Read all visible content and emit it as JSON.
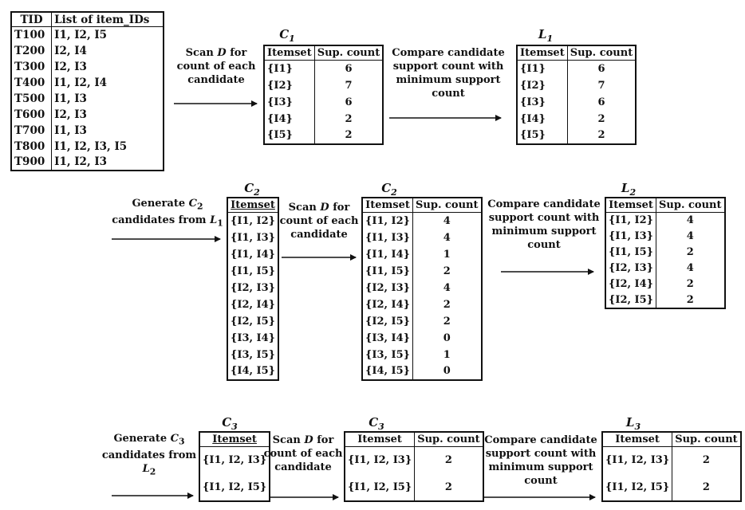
{
  "db": {
    "headers": [
      "TID",
      "List of item_IDs"
    ],
    "rows": [
      [
        "T100",
        "I1, I2, I5"
      ],
      [
        "T200",
        "I2, I4"
      ],
      [
        "T300",
        "I2, I3"
      ],
      [
        "T400",
        "I1, I2, I4"
      ],
      [
        "T500",
        "I1, I3"
      ],
      [
        "T600",
        "I2, I3"
      ],
      [
        "T700",
        "I1, I3"
      ],
      [
        "T800",
        "I1, I2, I3, I5"
      ],
      [
        "T900",
        "I1, I2, I3"
      ]
    ]
  },
  "captions": {
    "c1": "C",
    "c1_sub": "1",
    "l1": "L",
    "l1_sub": "1",
    "c2a": "C",
    "c2a_sub": "2",
    "c2b": "C",
    "c2b_sub": "2",
    "l2": "L",
    "l2_sub": "2",
    "c3a": "C",
    "c3a_sub": "3",
    "c3b": "C",
    "c3b_sub": "3",
    "l3": "L",
    "l3_sub": "3"
  },
  "labels": {
    "scan_row1": [
      "Scan D for",
      "count of each",
      "candidate"
    ],
    "compare_row1": [
      "Compare candidate",
      "support count with",
      "minimum support",
      "count"
    ],
    "generate_c2": [
      "Generate C2",
      "candidates from L1"
    ],
    "scan_row2": [
      "Scan D for",
      "count of each",
      "candidate"
    ],
    "compare_row2": [
      "Compare candidate",
      "support count with",
      "minimum support",
      "count"
    ],
    "generate_c3": [
      "Generate C3",
      "candidates from",
      "L2"
    ],
    "scan_row3": [
      "Scan D for",
      "count of each",
      "candidate"
    ],
    "compare_row3": [
      "Compare candidate",
      "support count with",
      "minimum support",
      "count"
    ]
  },
  "headers": {
    "itemset": "Itemset",
    "sup_count": "Sup. count"
  },
  "c1_table": [
    [
      "{I1}",
      "6"
    ],
    [
      "{I2}",
      "7"
    ],
    [
      "{I3}",
      "6"
    ],
    [
      "{I4}",
      "2"
    ],
    [
      "{I5}",
      "2"
    ]
  ],
  "l1_table": [
    [
      "{I1}",
      "6"
    ],
    [
      "{I2}",
      "7"
    ],
    [
      "{I3}",
      "6"
    ],
    [
      "{I4}",
      "2"
    ],
    [
      "{I5}",
      "2"
    ]
  ],
  "c2_itemsets": [
    "{I1, I2}",
    "{I1, I3}",
    "{I1, I4}",
    "{I1, I5}",
    "{I2, I3}",
    "{I2, I4}",
    "{I2, I5}",
    "{I3, I4}",
    "{I3, I5}",
    "{I4, I5}"
  ],
  "c2_counts": [
    [
      "{I1, I2}",
      "4"
    ],
    [
      "{I1, I3}",
      "4"
    ],
    [
      "{I1, I4}",
      "1"
    ],
    [
      "{I1, I5}",
      "2"
    ],
    [
      "{I2, I3}",
      "4"
    ],
    [
      "{I2, I4}",
      "2"
    ],
    [
      "{I2, I5}",
      "2"
    ],
    [
      "{I3, I4}",
      "0"
    ],
    [
      "{I3, I5}",
      "1"
    ],
    [
      "{I4, I5}",
      "0"
    ]
  ],
  "l2_table": [
    [
      "{I1, I2}",
      "4"
    ],
    [
      "{I1, I3}",
      "4"
    ],
    [
      "{I1, I5}",
      "2"
    ],
    [
      "{I2, I3}",
      "4"
    ],
    [
      "{I2, I4}",
      "2"
    ],
    [
      "{I2, I5}",
      "2"
    ]
  ],
  "c3_itemsets": [
    "{I1, I2, I3}",
    "{I1, I2, I5}"
  ],
  "c3_counts": [
    [
      "{I1, I2, I3}",
      "2"
    ],
    [
      "{I1, I2, I5}",
      "2"
    ]
  ],
  "l3_table": [
    [
      "{I1, I2, I3}",
      "2"
    ],
    [
      "{I1, I2, I5}",
      "2"
    ]
  ]
}
